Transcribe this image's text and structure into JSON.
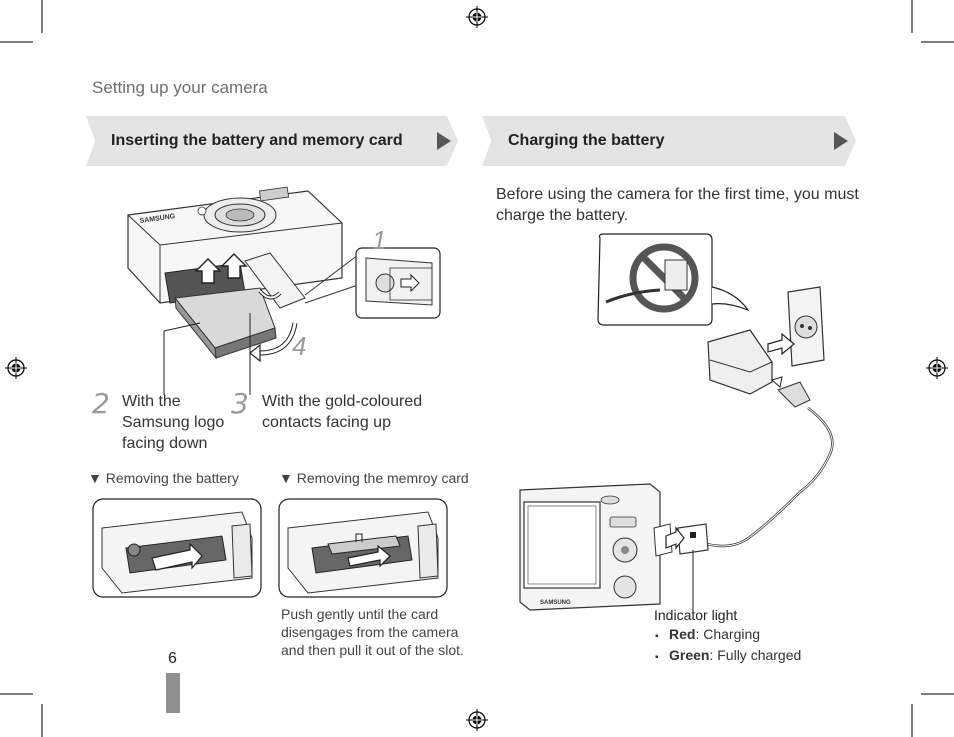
{
  "header": {
    "title": "Setting up your camera"
  },
  "left": {
    "banner": "Inserting the battery and memory card",
    "callouts": [
      {
        "num": "1"
      },
      {
        "num": "4"
      }
    ],
    "steps": [
      {
        "num": "2",
        "lines": [
          "With the",
          "Samsung logo",
          "facing down"
        ]
      },
      {
        "num": "3",
        "lines": [
          "With the gold-coloured",
          "contacts facing up"
        ]
      }
    ],
    "removing_battery": "Removing the battery",
    "removing_card": "Removing the memroy card",
    "removal_marker": "▼",
    "card_note": [
      "Push gently until the card",
      "disengages from the camera",
      "and then pull it out of the slot."
    ],
    "camera_brand": "SAMSUNG"
  },
  "right": {
    "banner": "Charging the battery",
    "intro": [
      "Before using the camera for the first time, you must",
      "charge the battery."
    ],
    "indicator": {
      "title": "Indicator light",
      "items": [
        {
          "bold": "Red",
          "rest": ": Charging"
        },
        {
          "bold": "Green",
          "rest": ": Fully charged"
        }
      ],
      "bullet": "▪"
    },
    "camera_brand": "SAMSUNG"
  },
  "page_number": "6",
  "colors": {
    "banner_bg": "#e4e4e4",
    "tab_gray": "#8f8f8f",
    "title_gray": "#6f6f6f"
  }
}
